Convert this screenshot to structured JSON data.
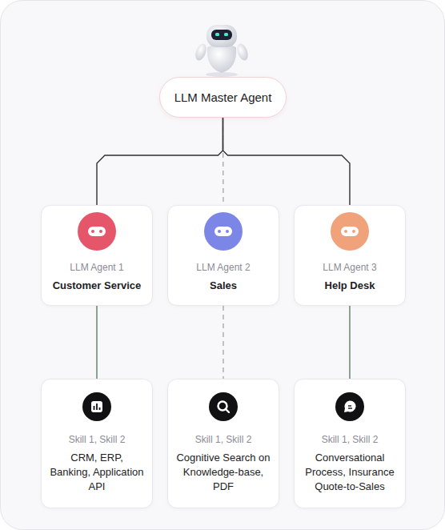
{
  "diagram": {
    "nodes": [
      {
        "text": [
          "LLM Master Agent"
        ]
      },
      {
        "text": [
          "LLM Agent 1",
          "Customer Service"
        ]
      },
      {
        "text": [
          "LLM Agent 2",
          "Sales"
        ]
      },
      {
        "text": [
          "LLM Agent 3",
          "Help Desk"
        ]
      },
      {
        "text": [
          "Skill 1, Skill 2",
          "CRM, ERP, Banking, Application API"
        ]
      },
      {
        "text": [
          "Skill 1, Skill 2",
          "Cognitive Search on Knowledge-base, PDF"
        ]
      },
      {
        "text": [
          "Skill 1, Skill 2",
          "Conversational Process, Insurance Quote-to-Sales"
        ]
      }
    ],
    "edges": [
      {
        "from": 0,
        "to": 1,
        "arrow": "none"
      },
      {
        "from": 0,
        "to": 2,
        "arrow": "none"
      },
      {
        "from": 0,
        "to": 3,
        "arrow": "none"
      },
      {
        "from": 1,
        "to": 4,
        "arrow": "none"
      },
      {
        "from": 2,
        "to": 5,
        "arrow": "none"
      },
      {
        "from": 3,
        "to": 6,
        "arrow": "none"
      }
    ]
  }
}
